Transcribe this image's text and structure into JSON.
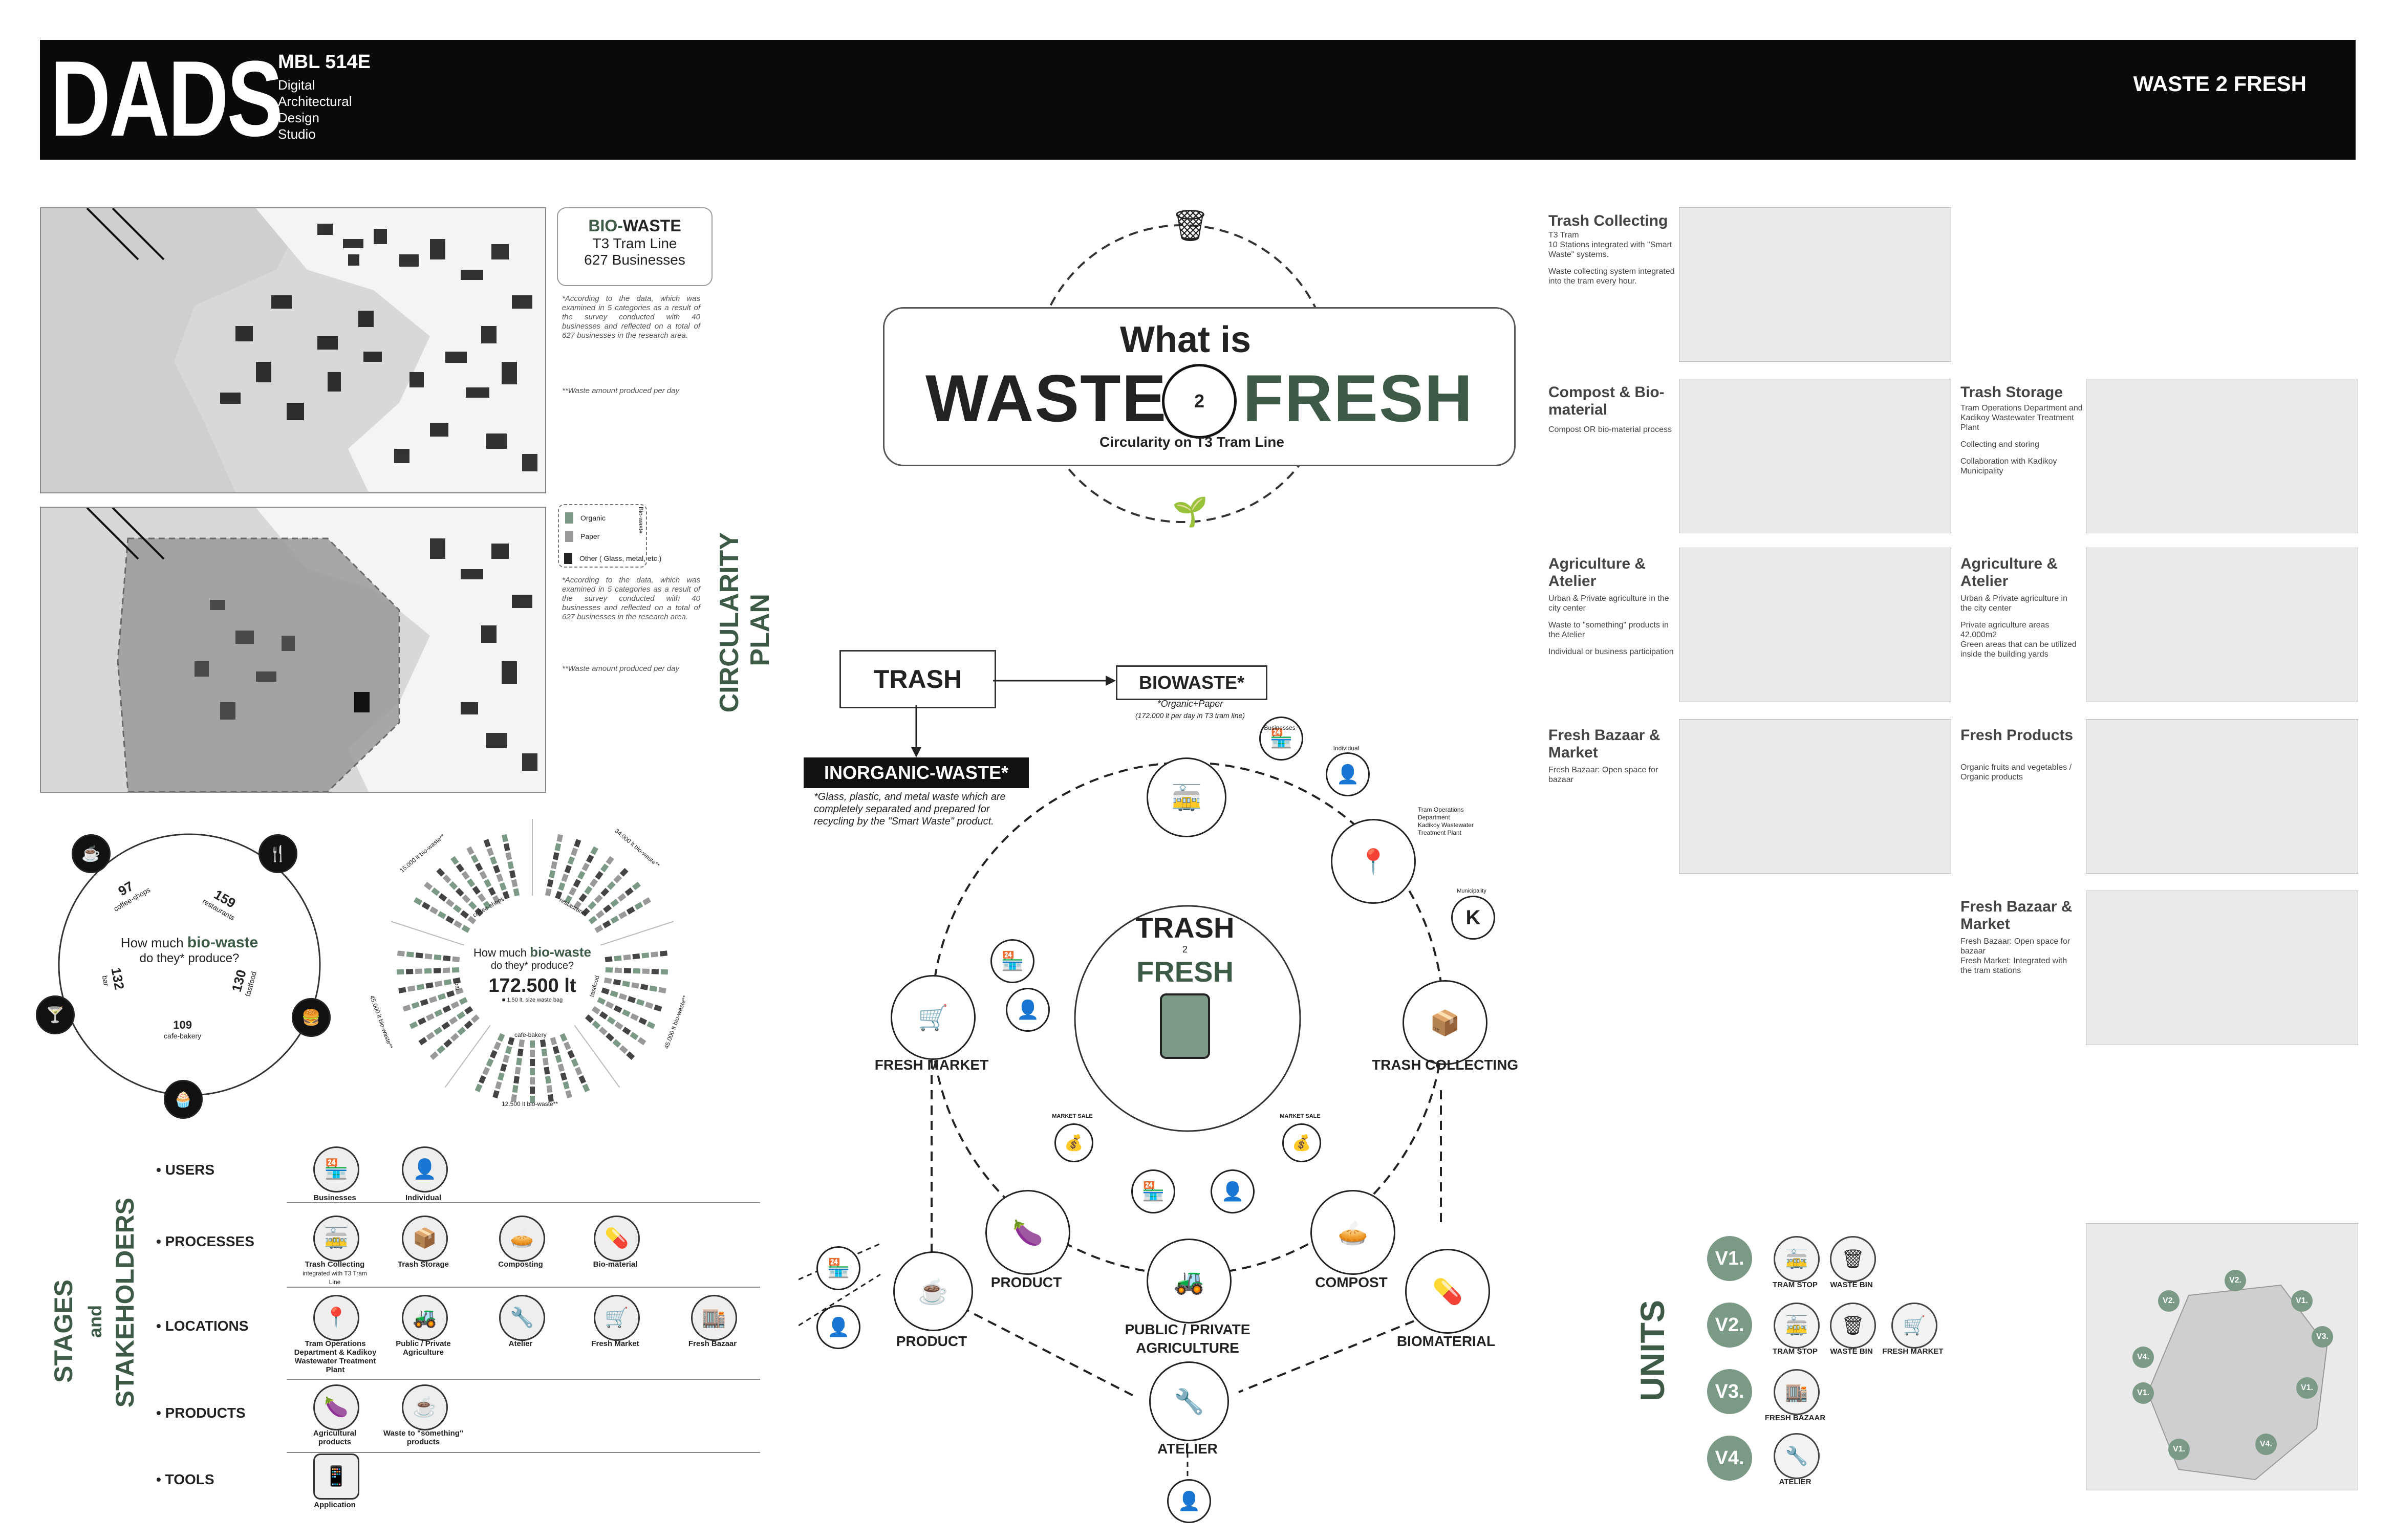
{
  "header": {
    "logo": "DADS",
    "course": "MBL 514E",
    "studio_lines": [
      "Digital",
      "Architectural",
      "Design",
      "Studio"
    ],
    "title": "WASTE 2 FRESH"
  },
  "biowaste_box": {
    "title_a": "BIO-",
    "title_b": "WASTE",
    "line1": "T3 Tram Line",
    "line2": "627 Businesses",
    "note1": "*According to the data, which was examined in 5 categories as a result of the survey conducted with 40 businesses and reflected on a total of 627 businesses in the research area.",
    "note2": "**Waste amount produced per day"
  },
  "legend": {
    "items": [
      "Organic",
      "Paper",
      "Other ( Glass, metal, etc.)"
    ],
    "side": "Bio-waste",
    "note1": "*According to the data, which was examined in 5 categories as a result of the survey conducted with 40 businesses and reflected on a total of 627 businesses in the research area.",
    "note2": "**Waste amount produced per day"
  },
  "circularity": {
    "line1": "CIRCULARITY",
    "line2": "PLAN"
  },
  "ring": {
    "q1": "How much ",
    "q_accent": "bio-waste",
    "q2": "do they* produce?",
    "counts": [
      {
        "n": "97",
        "label": "coffee-shops"
      },
      {
        "n": "159",
        "label": "restaurants"
      },
      {
        "n": "130",
        "label": "fastfood"
      },
      {
        "n": "109",
        "label": "cafe-bakery"
      },
      {
        "n": "132",
        "label": "bar"
      }
    ]
  },
  "radial": {
    "q1": "How much ",
    "q_accent": "bio-waste",
    "q2": "do they* produce?",
    "total": "172.500 lt",
    "unit": "■ 1,50 lt. size waste bag",
    "segments": [
      {
        "label": "15.000 lt bio-waste**",
        "cat": "coffee-shops"
      },
      {
        "label": "34.000 lt bio-waste**",
        "cat": "restaurants"
      },
      {
        "label": "45.000 lt bio-waste**",
        "cat": "fastfood"
      },
      {
        "label": "12.500 lt bio-waste**",
        "cat": "cafe-bakery"
      },
      {
        "label": "45.000 lt bio-waste**",
        "cat": "bar"
      }
    ]
  },
  "title_box": {
    "what_is": "What is",
    "waste": "WASTE",
    "fresh": "FRESH",
    "num": "2",
    "subtitle": "Circularity on T3 Tram Line"
  },
  "flow": {
    "trash": "TRASH",
    "biowaste": "BIOWASTE*",
    "bio_sub1": "*Organic+Paper",
    "bio_sub2": "(172.000 lt per day in T3 tram line)",
    "inorganic": "INORGANIC-WASTE*",
    "inorg_note": "*Glass, plastic, and metal waste which are completely separated and prepared for recycling by the \"Smart Waste\" product."
  },
  "cycle": {
    "center1": "TRASH",
    "center2": "2",
    "center3": "FRESH",
    "fresh_market": "FRESH MARKET",
    "trash_collecting": "TRASH COLLECTING",
    "product_a": "PRODUCT",
    "product_b": "PRODUCT",
    "compost": "COMPOST",
    "agriculture": "PUBLIC / PRIVATE AGRICULTURE",
    "biomaterial": "BIOMATERIAL",
    "atelier": "ATELIER",
    "market_sale_a": "MARKET SALE",
    "market_sale_b": "MARKET SALE",
    "businesses": "Businesses",
    "individual": "Individual",
    "municipality": "Municipality",
    "tram_ops": [
      "Tram Operations",
      "Department",
      "Kadikoy Wastewater",
      "Treatment Plant"
    ]
  },
  "stages": {
    "title1": "STAGES",
    "title2": "and",
    "title3": "STAKEHOLDERS",
    "rows": [
      {
        "label": "USERS",
        "items": [
          "Businesses",
          "Individual"
        ]
      },
      {
        "label": "PROCESSES",
        "items": [
          "Trash Collecting",
          "Trash Storage",
          "Composting",
          "Bio-material"
        ],
        "sub": "integrated with T3 Tram Line"
      },
      {
        "label": "LOCATIONS",
        "items": [
          "Tram Operations Department & Kadikoy Wastewater Treatment Plant",
          "Public / Private Agriculture",
          "Atelier",
          "Fresh Market",
          "Fresh Bazaar"
        ]
      },
      {
        "label": "PRODUCTS",
        "items": [
          "Agricultural products",
          "Waste to \"something\" products"
        ]
      },
      {
        "label": "TOOLS",
        "items": [
          "Application"
        ]
      }
    ]
  },
  "cards": {
    "trash_collecting": {
      "title": "Trash Collecting",
      "body": [
        "T3 Tram",
        "10 Stations integrated with \"Smart Waste\" systems.",
        "",
        "Waste collecting system integrated into the tram every hour."
      ]
    },
    "compost": {
      "title": "Compost & Bio-material",
      "body": [
        "Compost OR bio-material process"
      ]
    },
    "trash_storage": {
      "title": "Trash Storage",
      "body": [
        "Tram Operations Department and Kadikoy Wastewater Treatment Plant",
        "",
        "Collecting and storing",
        "",
        "Collaboration with Kadikoy Municipality"
      ]
    },
    "agri_a": {
      "title": "Agriculture & Atelier",
      "body": [
        "Urban & Private agriculture in the city center",
        "",
        "Waste to \"something\" products in the Atelier",
        "",
        "Individual or business participation"
      ]
    },
    "agri_b": {
      "title": "Agriculture & Atelier",
      "body": [
        "Urban & Private agriculture in the city center",
        "",
        "Private agriculture areas 42.000m2",
        "Green areas that can be utilized inside the building yards"
      ]
    },
    "bazaar_a": {
      "title": "Fresh Bazaar & Market",
      "body": [
        "Fresh Bazaar: Open space for bazaar"
      ]
    },
    "fresh_products": {
      "title": "Fresh Products",
      "body": [
        "Organic fruits and vegetables / Organic products"
      ]
    },
    "bazaar_b": {
      "title": "Fresh Bazaar & Market",
      "body": [
        "Fresh Bazaar: Open space for bazaar",
        "Fresh Market: Integrated with the tram stations"
      ]
    }
  },
  "units": {
    "title": "UNITS",
    "rows": [
      {
        "badge": "V1.",
        "items": [
          "TRAM STOP",
          "WASTE BIN"
        ]
      },
      {
        "badge": "V2.",
        "items": [
          "TRAM STOP",
          "WASTE BIN",
          "FRESH MARKET"
        ]
      },
      {
        "badge": "V3.",
        "items": [
          "FRESH BAZAAR"
        ]
      },
      {
        "badge": "V4.",
        "items": [
          "ATELIER"
        ]
      }
    ],
    "map_tags": [
      "V2.",
      "V2.",
      "V1.",
      "V3.",
      "V4.",
      "V1.",
      "V1.",
      "V1.",
      "V4."
    ]
  },
  "colors": {
    "accent": "#3c5a46",
    "badge": "#7a9a85",
    "black": "#0a0a0a"
  }
}
